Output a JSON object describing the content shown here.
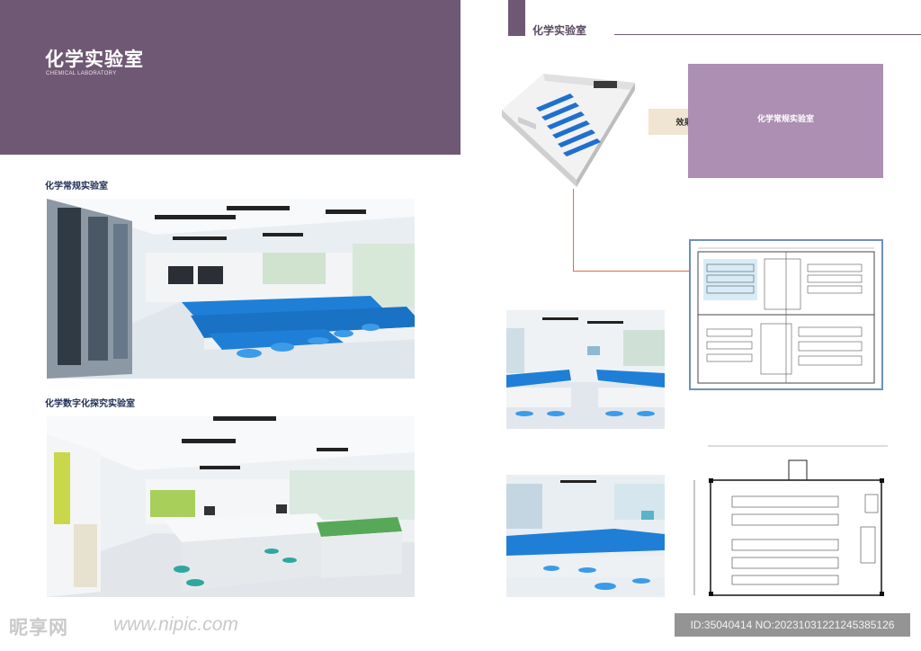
{
  "hero": {
    "title": "化学实验室",
    "subtitle": "CHEMICAL LABORATORY"
  },
  "sections": [
    {
      "label": "化学常规实验室"
    },
    {
      "label": "化学数字化探究实验室"
    }
  ],
  "right": {
    "header_title": "化学实验室",
    "effect_tag": "效果图",
    "purple_box_text": "化学常规实验室"
  },
  "watermark": {
    "logo": "昵享网",
    "url": "www.nipic.com",
    "id_text": "ID:35040414 NO:20231031221245385126"
  },
  "colors": {
    "brand_purple": "#6f5873",
    "light_purple": "#ad8fb3",
    "connector_orange": "#e36a4a",
    "bench_blue": "#1f7fd6"
  }
}
